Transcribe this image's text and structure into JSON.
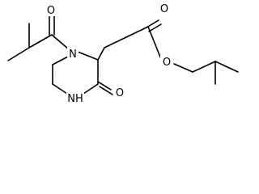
{
  "molecule": {
    "atoms": [
      {
        "id": "O_acyl",
        "label": "O"
      },
      {
        "id": "N_ring",
        "label": "N"
      },
      {
        "id": "O_ester_carbonyl",
        "label": "O"
      },
      {
        "id": "O_ester",
        "label": "O"
      },
      {
        "id": "O_lactam",
        "label": "O"
      },
      {
        "id": "NH_ring",
        "label": "NH"
      }
    ],
    "bonds": [
      {
        "id": "c-me1-ch",
        "order": 1
      },
      {
        "id": "c-ch-me2",
        "order": 1
      },
      {
        "id": "c-ch-co",
        "order": 1
      },
      {
        "id": "c-co-o-acyl",
        "order": 2
      },
      {
        "id": "c-co-n",
        "order": 1
      },
      {
        "id": "c-n-c2",
        "order": 1
      },
      {
        "id": "c-c2-ch2",
        "order": 1
      },
      {
        "id": "c-ch2-cester",
        "order": 1
      },
      {
        "id": "c-cester-o-carbonyl",
        "order": 2
      },
      {
        "id": "c-cester-o-ester",
        "order": 1
      },
      {
        "id": "c-o-ester-ch2b",
        "order": 1
      },
      {
        "id": "c-ch2b-chb",
        "order": 1
      },
      {
        "id": "c-chb-me3",
        "order": 1
      },
      {
        "id": "c-chb-me4",
        "order": 1
      },
      {
        "id": "c-c2-c3",
        "order": 1
      },
      {
        "id": "c-c3-o-lactam",
        "order": 2
      },
      {
        "id": "c-c3-nh",
        "order": 1
      },
      {
        "id": "c-nh-c5",
        "order": 1
      },
      {
        "id": "c-c5-c6",
        "order": 1
      },
      {
        "id": "c-c6-n",
        "order": 1
      }
    ]
  }
}
